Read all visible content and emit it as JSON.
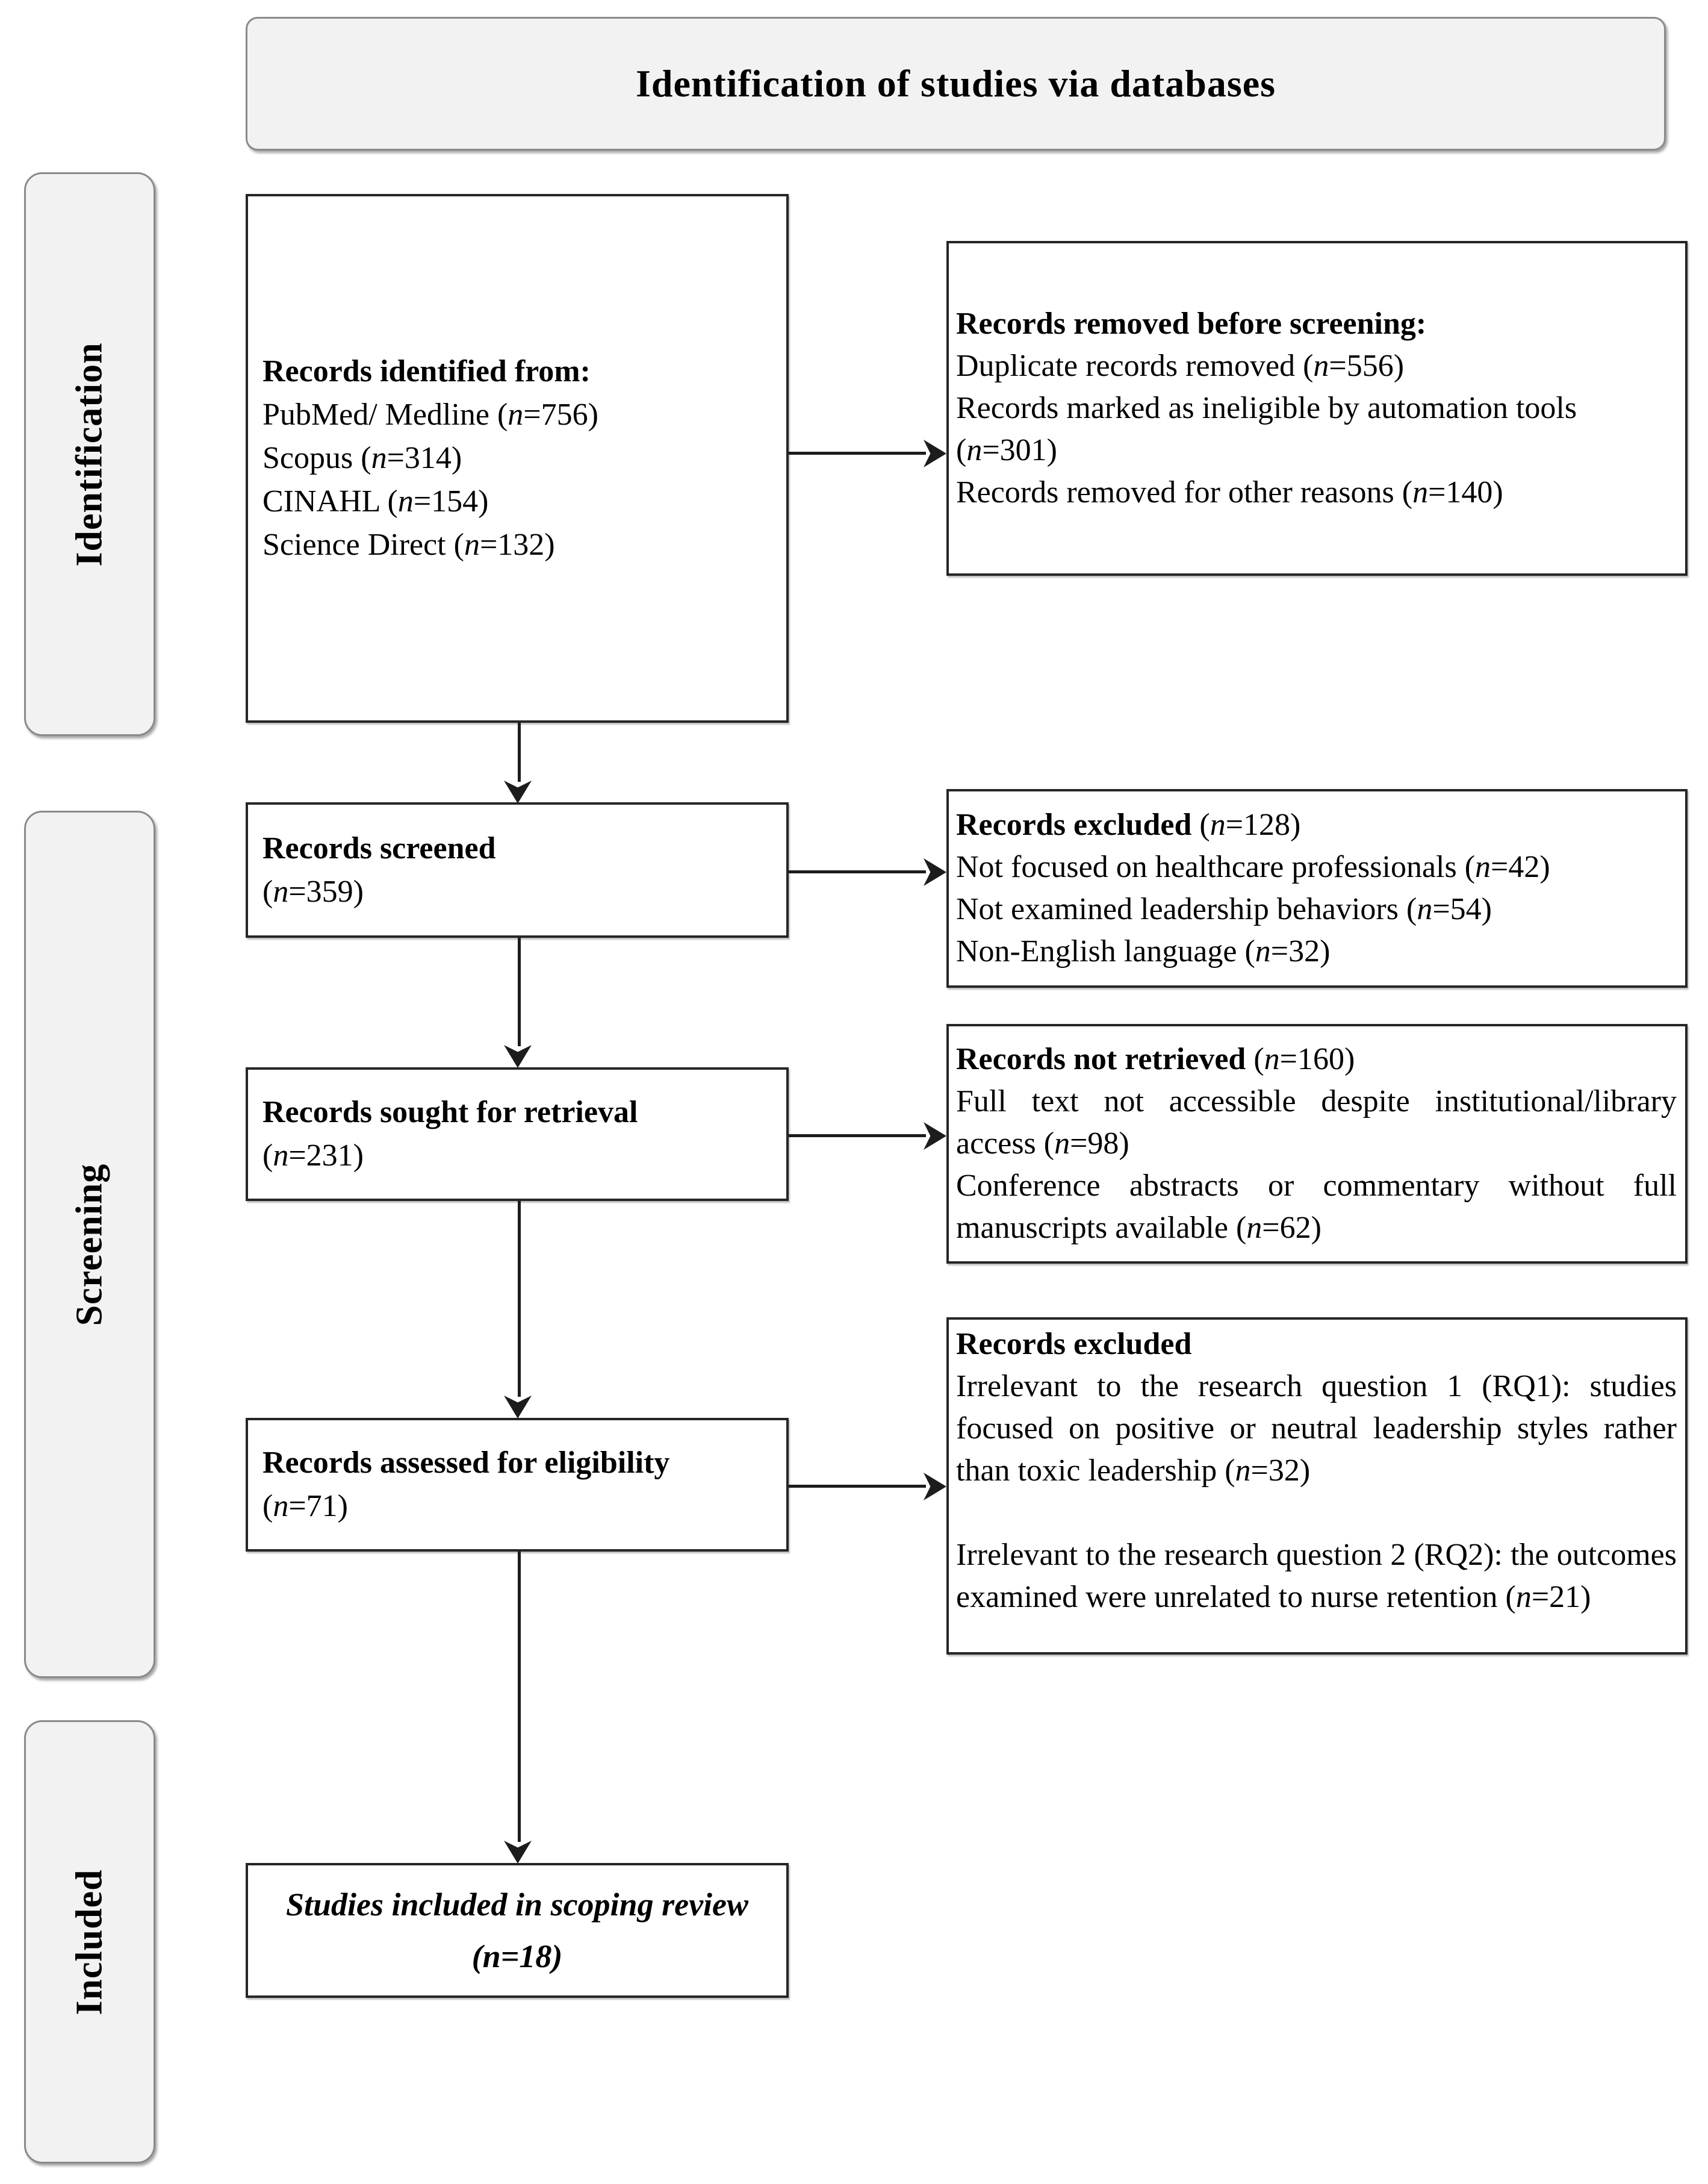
{
  "title": "Identification of studies via databases",
  "stages": {
    "identification": "Identification",
    "screening": "Screening",
    "included": "Included"
  },
  "boxes": {
    "identified": {
      "heading": "Records identified from:",
      "lines": [
        "PubMed/ Medline (n=756)",
        "Scopus (n=314)",
        "CINAHL (n=154)",
        "Science Direct (n=132)"
      ]
    },
    "removed_before_screening": {
      "heading": "Records removed before screening:",
      "lines": [
        "Duplicate records removed (n=556)",
        "Records marked as ineligible by automation tools (n=301)",
        "Records removed for other reasons (n=140)"
      ]
    },
    "screened": {
      "heading": "Records screened",
      "count": "(n=359)"
    },
    "excluded_screening": {
      "heading": "Records excluded",
      "heading_count": "(n=128)",
      "lines": [
        "Not focused on healthcare professionals (n=42)",
        "Not examined leadership behaviors (n=54)",
        "Non-English language (n=32)"
      ]
    },
    "sought": {
      "heading": "Records sought for retrieval",
      "count": "(n=231)"
    },
    "not_retrieved": {
      "heading": "Records not retrieved",
      "heading_count": "(n=160)",
      "lines": [
        "Full text not accessible despite institutional/library access (n=98)",
        "Conference abstracts or commentary without full manuscripts available (n=62)"
      ]
    },
    "assessed": {
      "heading": "Records assessed for eligibility",
      "count": "(n=71)"
    },
    "excluded_eligibility": {
      "heading": "Records excluded",
      "paragraphs": [
        "Irrelevant to the research question 1 (RQ1): studies focused on positive or neutral leadership styles rather than toxic leadership (n=32)",
        "Irrelevant to the research question 2  (RQ2): the outcomes examined were unrelated to nurse retention (n=21)"
      ]
    },
    "included_final": {
      "heading": "Studies included in scoping review",
      "count": "(n=18)"
    }
  }
}
